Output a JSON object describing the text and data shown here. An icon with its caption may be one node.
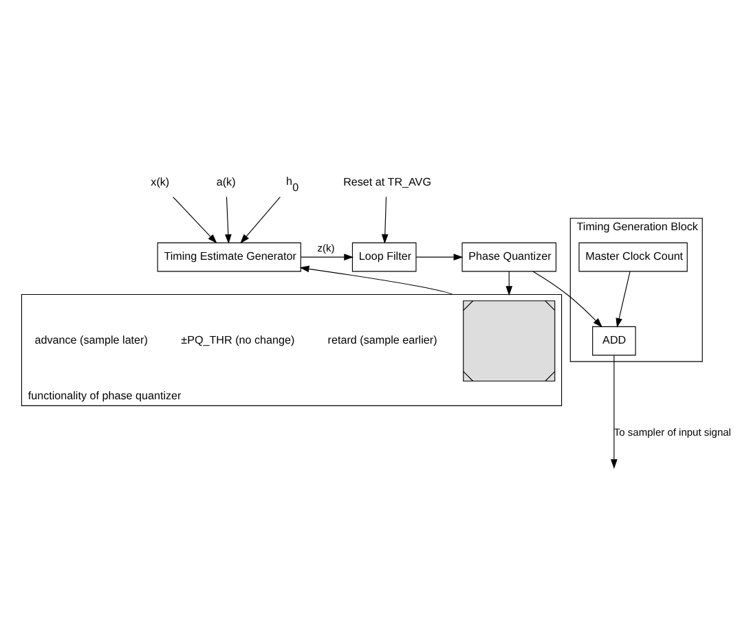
{
  "diagram": {
    "nodes": [
      {
        "text": [
          "x(k)"
        ]
      },
      {
        "text": [
          "a(k)"
        ]
      },
      {
        "text": [
          "h$_{0}$"
        ]
      },
      {
        "text": [
          "Reset at TR_AVG"
        ]
      },
      {
        "text": [
          "Timing Estimate Generator"
        ]
      },
      {
        "text": [
          "Loop Filter"
        ]
      },
      {
        "text": [
          "Phase Quantizer"
        ]
      },
      {
        "text": [
          "functionality of phase quantizer"
        ]
      },
      {
        "text": [],
        "shape": "picture",
        "in": 7
      },
      {
        "text": [
          "Timing Generation Block"
        ]
      },
      {
        "text": [
          "Master Clock Count"
        ],
        "in": 9
      },
      {
        "text": [
          "ADD"
        ],
        "in": 9
      }
    ],
    "edges": [
      {
        "from": 0,
        "to": 4,
        "arrow": "to"
      },
      {
        "from": 1,
        "to": 4,
        "arrow": "to"
      },
      {
        "from": 2,
        "to": 4,
        "arrow": "to"
      },
      {
        "from": 3,
        "to": 5,
        "arrow": "to"
      },
      {
        "from": 4,
        "to": 5,
        "arrow": "to",
        "label": "z(k)"
      },
      {
        "from": 5,
        "to": 6,
        "arrow": "to"
      },
      {
        "from": 6,
        "to": 7,
        "arrow": "to"
      },
      {
        "from": 7,
        "to": 4,
        "arrow": "to"
      },
      {
        "from": 6,
        "to": 11,
        "arrow": "to"
      },
      {
        "from": 10,
        "to": 11,
        "arrow": "to"
      },
      {
        "from": 11,
        "to": null,
        "arrow": "to",
        "label": "To sampler of input signal"
      }
    ],
    "labels": [
      "retard (sample earlier)",
      "±PQ_THR (no change)",
      "advance (sample later)"
    ]
  }
}
